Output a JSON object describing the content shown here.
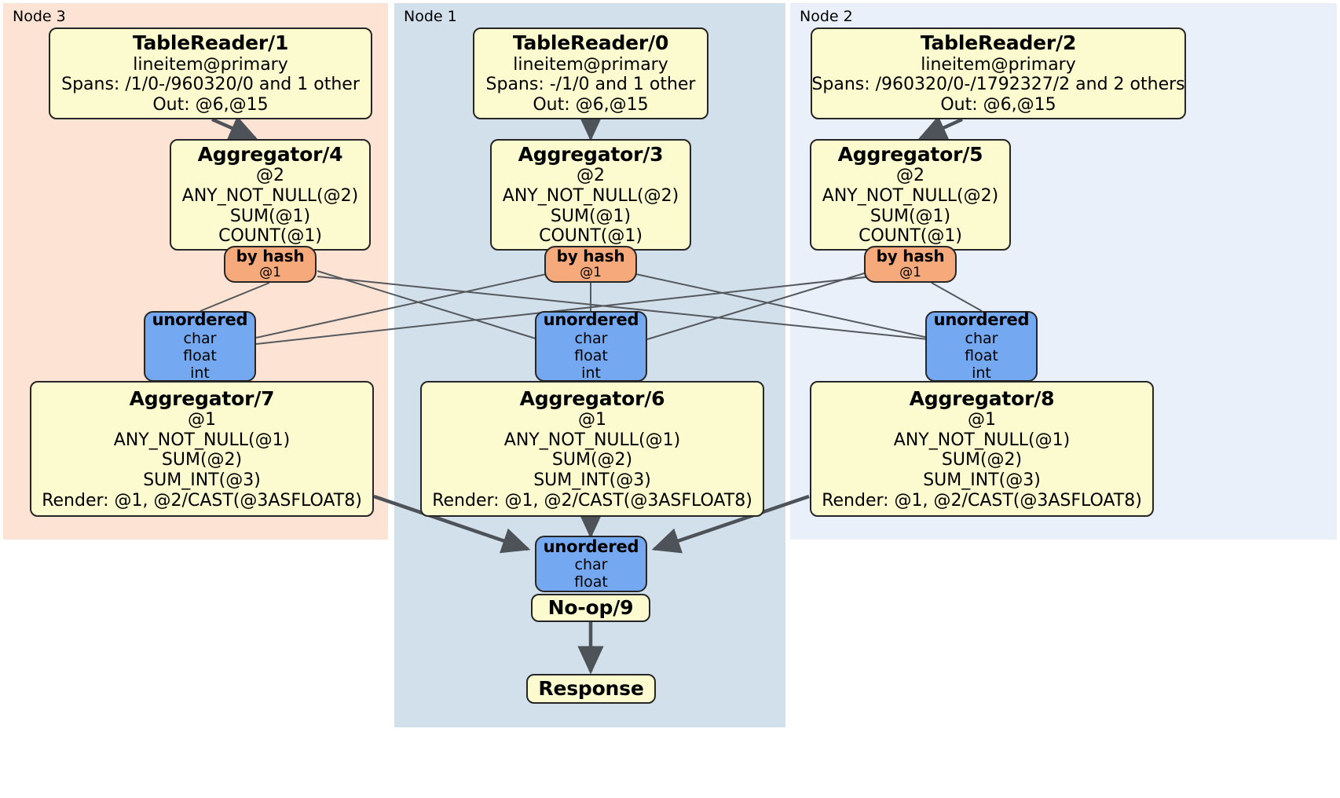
{
  "diagram": {
    "type": "distributed-query-plan",
    "clusters": [
      {
        "id": "node3",
        "label": "Node 3",
        "color": "#fce3d4"
      },
      {
        "id": "node1",
        "label": "Node 1",
        "color": "#d2e0ec"
      },
      {
        "id": "node2",
        "label": "Node 2",
        "color": "#eaf0fa"
      }
    ],
    "nodes": {
      "tablereader1": {
        "title": "TableReader/1",
        "lines": [
          "lineitem@primary",
          "Spans: /1/0-/960320/0 and 1 other",
          "Out: @6,@15"
        ]
      },
      "tablereader0": {
        "title": "TableReader/0",
        "lines": [
          "lineitem@primary",
          "Spans: -/1/0 and 1 other",
          "Out: @6,@15"
        ]
      },
      "tablereader2": {
        "title": "TableReader/2",
        "lines": [
          "lineitem@primary",
          "Spans: /960320/0-/1792327/2 and 2 others",
          "Out: @6,@15"
        ]
      },
      "aggregator4": {
        "title": "Aggregator/4",
        "lines": [
          "@2",
          "ANY_NOT_NULL(@2)",
          "SUM(@1)",
          "COUNT(@1)"
        ]
      },
      "aggregator3": {
        "title": "Aggregator/3",
        "lines": [
          "@2",
          "ANY_NOT_NULL(@2)",
          "SUM(@1)",
          "COUNT(@1)"
        ]
      },
      "aggregator5": {
        "title": "Aggregator/5",
        "lines": [
          "@2",
          "ANY_NOT_NULL(@2)",
          "SUM(@1)",
          "COUNT(@1)"
        ]
      },
      "byhash4": {
        "title": "by hash",
        "lines": [
          "@1"
        ]
      },
      "byhash3": {
        "title": "by hash",
        "lines": [
          "@1"
        ]
      },
      "byhash5": {
        "title": "by hash",
        "lines": [
          "@1"
        ]
      },
      "unordered7": {
        "title": "unordered",
        "lines": [
          "char",
          "float",
          "int"
        ]
      },
      "unordered6": {
        "title": "unordered",
        "lines": [
          "char",
          "float",
          "int"
        ]
      },
      "unordered8": {
        "title": "unordered",
        "lines": [
          "char",
          "float",
          "int"
        ]
      },
      "aggregator7": {
        "title": "Aggregator/7",
        "lines": [
          "@1",
          "ANY_NOT_NULL(@1)",
          "SUM(@2)",
          "SUM_INT(@3)",
          "Render: @1, @2/CAST(@3ASFLOAT8)"
        ]
      },
      "aggregator6": {
        "title": "Aggregator/6",
        "lines": [
          "@1",
          "ANY_NOT_NULL(@1)",
          "SUM(@2)",
          "SUM_INT(@3)",
          "Render: @1, @2/CAST(@3ASFLOAT8)"
        ]
      },
      "aggregator8": {
        "title": "Aggregator/8",
        "lines": [
          "@1",
          "ANY_NOT_NULL(@1)",
          "SUM(@2)",
          "SUM_INT(@3)",
          "Render: @1, @2/CAST(@3ASFLOAT8)"
        ]
      },
      "unorderedfinal": {
        "title": "unordered",
        "lines": [
          "char",
          "float"
        ]
      },
      "noop9": {
        "title": "No-op/9",
        "lines": []
      },
      "response": {
        "title": "Response",
        "lines": []
      }
    }
  }
}
